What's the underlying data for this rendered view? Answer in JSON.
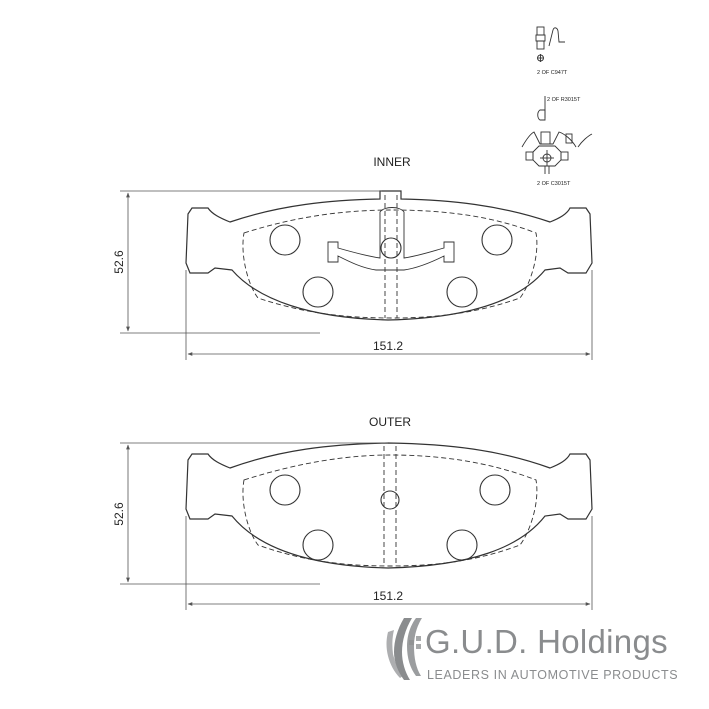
{
  "views": [
    {
      "id": "inner",
      "label": "INNER",
      "height_dim": "52.6",
      "width_dim": "151.2"
    },
    {
      "id": "outer",
      "label": "OUTER",
      "height_dim": "52.6",
      "width_dim": "151.2"
    }
  ],
  "accessories": {
    "clip_1": "2 OF C947T",
    "clip_2": "2 OF R3015T",
    "clip_3": "2 OF C3015T"
  },
  "brand": {
    "name": "G.U.D. Holdings",
    "tagline": "LEADERS IN AUTOMOTIVE PRODUCTS",
    "logo_icon": "gud-swoosh-icon",
    "color": "#8a8c8e"
  }
}
